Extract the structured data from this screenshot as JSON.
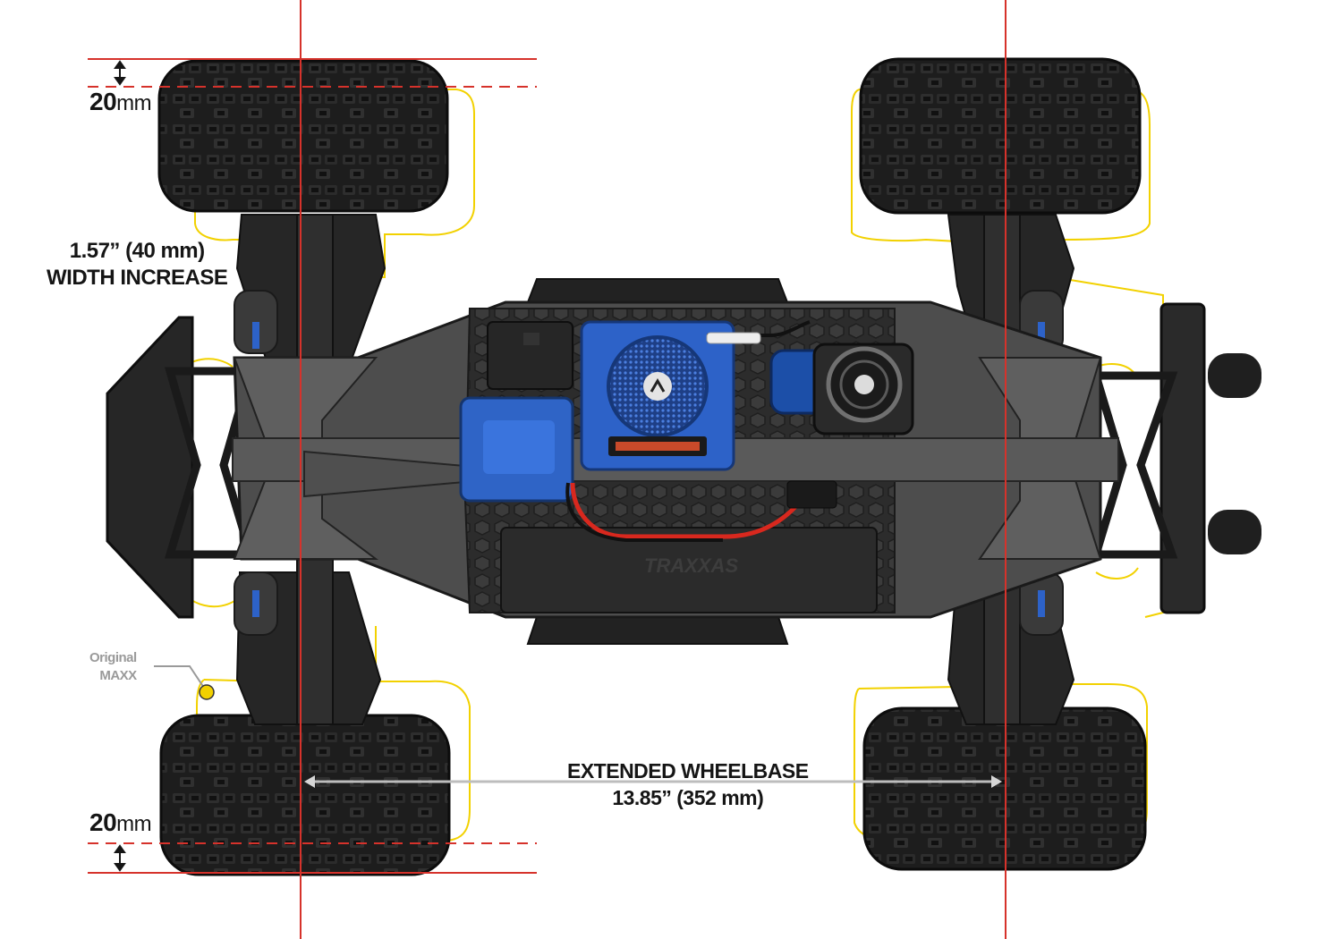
{
  "callouts": {
    "top_offset": {
      "value": "20",
      "unit": "mm"
    },
    "bottom_offset": {
      "value": "20",
      "unit": "mm"
    },
    "width_increase": {
      "line1": "1.57” (40 mm)",
      "line2": "WIDTH INCREASE"
    },
    "wheelbase": {
      "line1": "EXTENDED WHEELBASE",
      "line2": "13.85” (352 mm)"
    },
    "original_marker": {
      "line1": "Original",
      "line2": "MAXX"
    }
  },
  "colors": {
    "background": "#ffffff",
    "guide_line_red": "#d6322b",
    "original_outline_yellow": "#f2d100",
    "tire_black": "#1a1a1a",
    "chassis_gray": "#5e5e5e",
    "esc_blue": "#2d62c8",
    "text_dark": "#151515",
    "text_gray": "#9a9a9a"
  },
  "icons": {
    "top_dimension_arrow": "double-arrow-vertical-icon",
    "bottom_dimension_arrow": "double-arrow-vertical-icon",
    "wheelbase_arrow": "double-arrow-horizontal-icon",
    "original_marker_dot": "yellow-dot-icon",
    "esc_fan": "cooling-fan-icon",
    "motor_fan": "cooling-fan-icon"
  }
}
